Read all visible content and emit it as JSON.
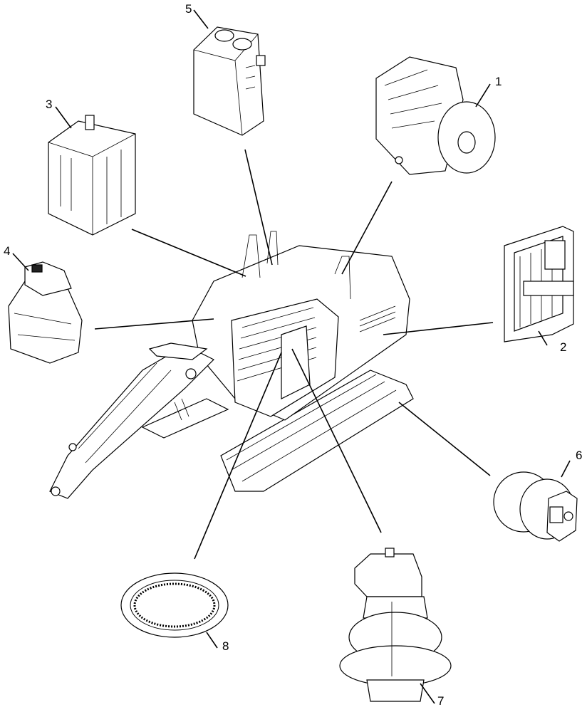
{
  "diagram": {
    "callouts": [
      {
        "id": "engine",
        "label": "1",
        "icon": "engine-icon"
      },
      {
        "id": "hydraulic-oil-cooler",
        "label": "2",
        "icon": "cooler-icon"
      },
      {
        "id": "fuel-tank",
        "label": "3",
        "icon": "fuel-tank-icon"
      },
      {
        "id": "def-tank",
        "label": "4",
        "icon": "def-tank-icon"
      },
      {
        "id": "hydraulic-tank",
        "label": "5",
        "icon": "hydraulic-tank-icon"
      },
      {
        "id": "travel-motor",
        "label": "6",
        "icon": "travel-motor-icon"
      },
      {
        "id": "swing-motor",
        "label": "7",
        "icon": "swing-motor-icon"
      },
      {
        "id": "swing-bearing",
        "label": "8",
        "icon": "slew-ring-icon"
      }
    ],
    "center_icon": "excavator-icon"
  }
}
